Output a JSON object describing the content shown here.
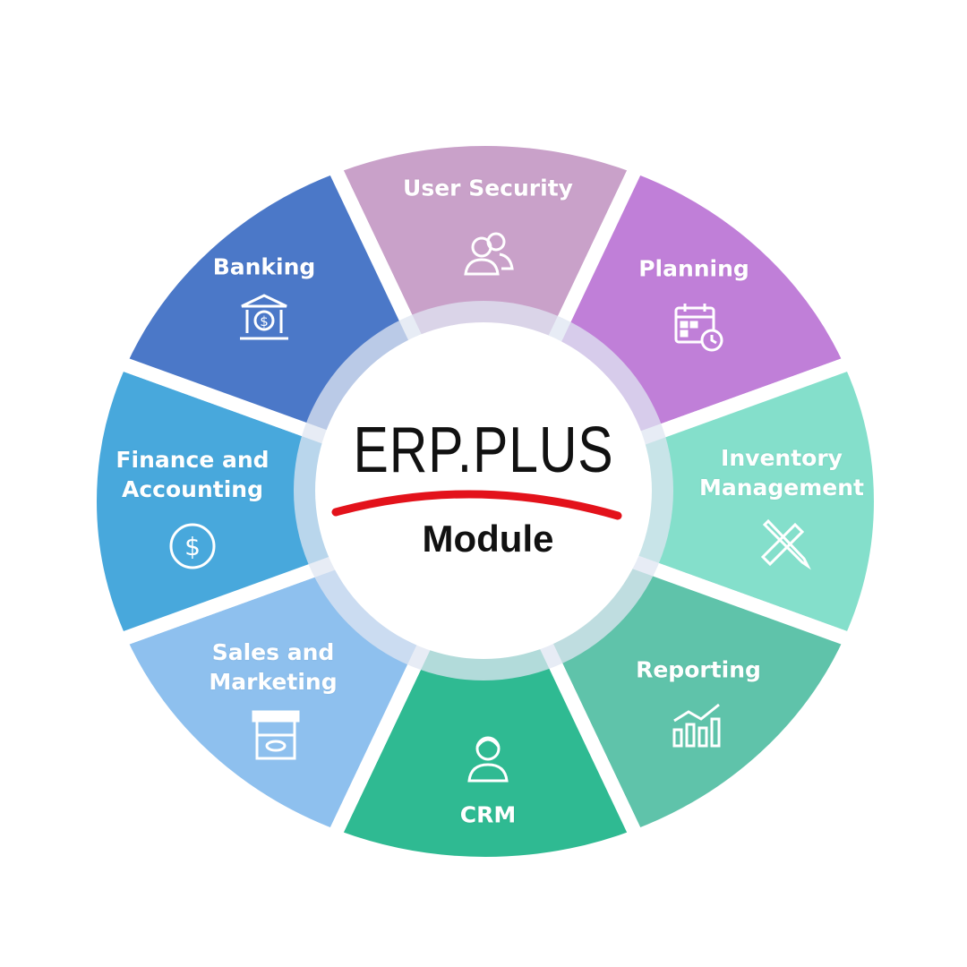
{
  "center": {
    "title": "ERP.PLUS",
    "subtitle": "Module",
    "underline_color": "#e3121b"
  },
  "segments": [
    {
      "label": "User Security",
      "icon": "users-icon",
      "color": "#c9a1c9"
    },
    {
      "label": "Planning",
      "icon": "calendar-clock-icon",
      "color": "#c07fd8"
    },
    {
      "label": "Inventory Management",
      "icon": "ruler-pencil-icon",
      "color": "#84dfcb"
    },
    {
      "label": "Reporting",
      "icon": "bar-chart-trend-icon",
      "color": "#5fc3aa"
    },
    {
      "label": "CRM",
      "icon": "customer-agent-icon",
      "color": "#2fba92"
    },
    {
      "label": "Sales and Marketing",
      "icon": "market-stall-icon",
      "color": "#8ec0ee"
    },
    {
      "label": "Finance and Accounting",
      "icon": "dollar-coin-icon",
      "color": "#48a8dc"
    },
    {
      "label": "Banking",
      "icon": "bank-icon",
      "color": "#4b78c8"
    }
  ]
}
